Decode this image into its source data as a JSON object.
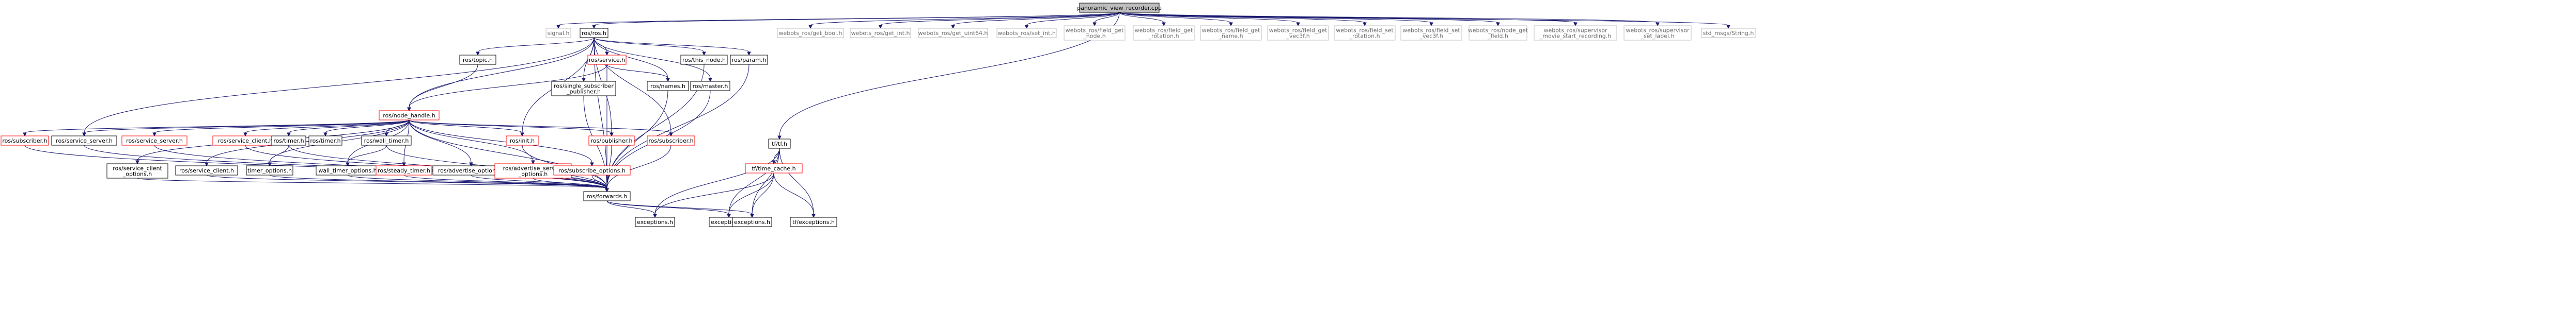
{
  "graph": {
    "nodes": [
      {
        "id": "root",
        "lines": [
          "panoramic_view_recorder.cpp"
        ],
        "style": "root"
      },
      {
        "id": "signal",
        "lines": [
          "signal.h"
        ],
        "style": "gray"
      },
      {
        "id": "ros_ros",
        "lines": [
          "ros/ros.h"
        ],
        "style": "plain"
      },
      {
        "id": "wb_get_bool",
        "lines": [
          "webots_ros/get_bool.h"
        ],
        "style": "gray"
      },
      {
        "id": "wb_get_int",
        "lines": [
          "webots_ros/get_int.h"
        ],
        "style": "gray"
      },
      {
        "id": "wb_get_uint64",
        "lines": [
          "webots_ros/get_uint64.h"
        ],
        "style": "gray"
      },
      {
        "id": "wb_set_int",
        "lines": [
          "webots_ros/set_int.h"
        ],
        "style": "gray"
      },
      {
        "id": "wb_field_get_node",
        "lines": [
          "webots_ros/field_get",
          "_node.h"
        ],
        "style": "gray"
      },
      {
        "id": "wb_field_get_rotation",
        "lines": [
          "webots_ros/field_get",
          "_rotation.h"
        ],
        "style": "gray"
      },
      {
        "id": "wb_field_get_name",
        "lines": [
          "webots_ros/field_get",
          "_name.h"
        ],
        "style": "gray"
      },
      {
        "id": "wb_field_get_vec3f",
        "lines": [
          "webots_ros/field_get",
          "_vec3f.h"
        ],
        "style": "gray"
      },
      {
        "id": "wb_field_set_rotation",
        "lines": [
          "webots_ros/field_set",
          "_rotation.h"
        ],
        "style": "gray"
      },
      {
        "id": "wb_field_set_vec3f",
        "lines": [
          "webots_ros/field_set",
          "_vec3f.h"
        ],
        "style": "gray"
      },
      {
        "id": "wb_node_get_field",
        "lines": [
          "webots_ros/node_get",
          "_field.h"
        ],
        "style": "gray"
      },
      {
        "id": "wb_sup_movie",
        "lines": [
          "webots_ros/supervisor",
          "_movie_start_recording.h"
        ],
        "style": "gray"
      },
      {
        "id": "wb_sup_label",
        "lines": [
          "webots_ros/supervisor",
          "_set_label.h"
        ],
        "style": "gray"
      },
      {
        "id": "std_msgs_string",
        "lines": [
          "std_msgs/String.h"
        ],
        "style": "gray"
      },
      {
        "id": "tf_tf",
        "lines": [
          "tf/tf.h"
        ],
        "style": "plain"
      },
      {
        "id": "ros_service",
        "lines": [
          "ros/service.h"
        ],
        "style": "red"
      },
      {
        "id": "ros_this_node",
        "lines": [
          "ros/this_node.h"
        ],
        "style": "plain"
      },
      {
        "id": "ros_param",
        "lines": [
          "ros/param.h"
        ],
        "style": "plain"
      },
      {
        "id": "ros_topic",
        "lines": [
          "ros/topic.h"
        ],
        "style": "plain"
      },
      {
        "id": "ros_names",
        "lines": [
          "ros/names.h"
        ],
        "style": "plain"
      },
      {
        "id": "ros_single_sub_pub",
        "lines": [
          "ros/single_subscriber",
          "_publisher.h"
        ],
        "style": "plain"
      },
      {
        "id": "ros_master",
        "lines": [
          "ros/master.h"
        ],
        "style": "plain"
      },
      {
        "id": "ros_node_handle",
        "lines": [
          "ros/node_handle.h"
        ],
        "style": "red"
      },
      {
        "id": "ros_subscriber_a",
        "lines": [
          "ros/subscriber.h"
        ],
        "style": "red"
      },
      {
        "id": "ros_service_server_a",
        "lines": [
          "ros/service_server.h"
        ],
        "style": "plain"
      },
      {
        "id": "ros_service_server_b",
        "lines": [
          "ros/service_server.h"
        ],
        "style": "red"
      },
      {
        "id": "ros_service_client_a",
        "lines": [
          "ros/service_client.h"
        ],
        "style": "red"
      },
      {
        "id": "ros_timer_a",
        "lines": [
          "ros/timer.h"
        ],
        "style": "plain"
      },
      {
        "id": "ros_timer_b",
        "lines": [
          "ros/timer.h"
        ],
        "style": "plain"
      },
      {
        "id": "ros_wall_timer",
        "lines": [
          "ros/wall_timer.h"
        ],
        "style": "plain"
      },
      {
        "id": "ros_init",
        "lines": [
          "ros/init.h"
        ],
        "style": "red"
      },
      {
        "id": "ros_publisher",
        "lines": [
          "ros/publisher.h"
        ],
        "style": "red"
      },
      {
        "id": "ros_subscriber_b",
        "lines": [
          "ros/subscriber.h"
        ],
        "style": "red"
      },
      {
        "id": "ros_service_client_options",
        "lines": [
          "ros/service_client",
          "_options.h"
        ],
        "style": "plain"
      },
      {
        "id": "ros_service_client_b",
        "lines": [
          "ros/service_client.h"
        ],
        "style": "plain"
      },
      {
        "id": "timer_options",
        "lines": [
          "timer_options.h"
        ],
        "style": "plain"
      },
      {
        "id": "wall_timer_options",
        "lines": [
          "wall_timer_options.h"
        ],
        "style": "plain"
      },
      {
        "id": "ros_steady_timer",
        "lines": [
          "ros/steady_timer.h"
        ],
        "style": "red"
      },
      {
        "id": "ros_advertise_options",
        "lines": [
          "ros/advertise_options.h"
        ],
        "style": "plain"
      },
      {
        "id": "ros_advertise_service_options",
        "lines": [
          "ros/advertise_service",
          "_options.h"
        ],
        "style": "red"
      },
      {
        "id": "ros_subscribe_options",
        "lines": [
          "ros/subscribe_options.h"
        ],
        "style": "red"
      },
      {
        "id": "ros_forwards",
        "lines": [
          "ros/forwards.h"
        ],
        "style": "plain"
      },
      {
        "id": "tf_time_cache",
        "lines": [
          "tf/time_cache.h"
        ],
        "style": "red"
      },
      {
        "id": "exceptions_a",
        "lines": [
          "exceptions.h"
        ],
        "style": "plain"
      },
      {
        "id": "exceptions_b",
        "lines": [
          "exceptions.h"
        ],
        "style": "plain"
      },
      {
        "id": "exceptions_c",
        "lines": [
          "exceptions.h"
        ],
        "style": "plain"
      },
      {
        "id": "tf_exceptions",
        "lines": [
          "tf/exceptions.h"
        ],
        "style": "plain"
      }
    ]
  }
}
